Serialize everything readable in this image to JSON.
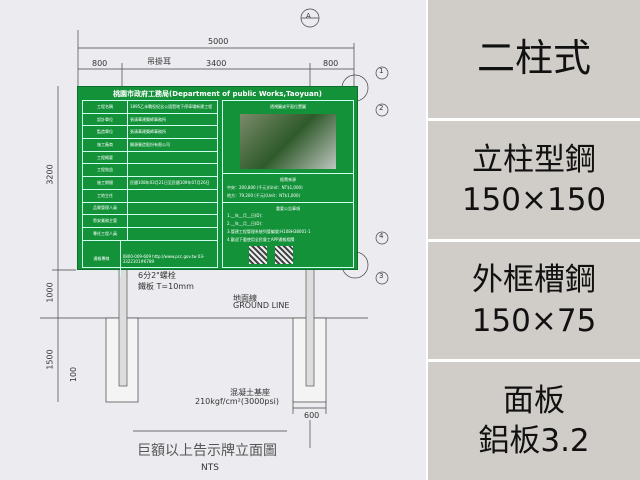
{
  "drawing": {
    "dims": {
      "total": "5000",
      "left": "800",
      "middle": "3400",
      "right": "800",
      "height_panel": "3200",
      "height_post": "1000",
      "depth": "1500",
      "embed": "100",
      "footing_width": "600"
    },
    "section_mark": "A",
    "callouts": [
      "1",
      "2",
      "4",
      "3"
    ],
    "labels": {
      "hanger": "吊掛耳",
      "bolt": "6分2\"螺栓",
      "plate": "鐵板 T=10mm",
      "ground_cn": "地面線",
      "ground_en": "GROUND LINE",
      "concrete": "混凝土基座",
      "concrete_spec": "210kgf/cm²(3000psi)"
    },
    "title": "巨額以上告示牌立面圖",
    "scale": "NTS"
  },
  "sign": {
    "header": "桃園市政府工務局(Department of public Works,Taoyuan)",
    "rows": [
      {
        "k": "工程名稱",
        "v": "1895乙未戰役紀念公園暨地下停車場新建工程"
      },
      {
        "k": "設計單位",
        "v": "張清華建築師事務所"
      },
      {
        "k": "監造單位",
        "v": "張清華建築師事務所"
      },
      {
        "k": "施工廠商",
        "v": "開源營造股份有限公司"
      },
      {
        "k": "工程概要",
        "v": ""
      },
      {
        "k": "工程效益",
        "v": ""
      },
      {
        "k": "施工期間",
        "v": "民國108年03月21日至民國109年07月26日"
      },
      {
        "k": "工地主任",
        "v": ""
      },
      {
        "k": "品質管理人員",
        "v": ""
      },
      {
        "k": "勞安業務主管",
        "v": ""
      },
      {
        "k": "專任工程人員",
        "v": ""
      },
      {
        "k": "通報專線",
        "v": "0800-009-609 http://www.pcc.gov.tw 03-3322101#6789"
      }
    ],
    "plan_title": "透視圖或平面位置圖",
    "budget_title": "經費來源",
    "budget": [
      "中央：200,800 (千元)(Unit：NT$1,000)",
      "地方：79,200 (千元)(Unit：NT$1,000)"
    ],
    "notice_title": "重要公告事項",
    "notices": [
      "1.__年__月__日(D)：",
      "2.__年__月__日(D)：",
      "3.管建工程管理系統列管編號:H108H38001-1",
      "4.歡迎下載使用全民督工APP通報相關"
    ]
  },
  "side_panels": [
    {
      "lines": [
        "二柱式"
      ]
    },
    {
      "lines": [
        "立柱型鋼",
        "150×150"
      ]
    },
    {
      "lines": [
        "外框槽鋼",
        "150×75"
      ]
    },
    {
      "lines": [
        "面板",
        "鋁板3.2"
      ]
    }
  ]
}
